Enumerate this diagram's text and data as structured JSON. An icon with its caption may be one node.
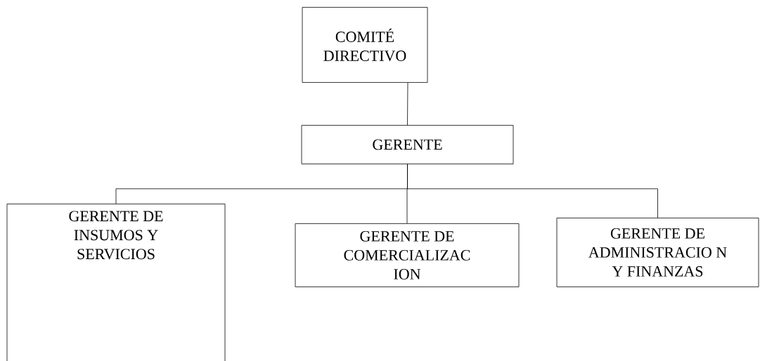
{
  "diagram": {
    "nodes": [
      {
        "text": [
          "COMITÉ DIRECTIVO"
        ]
      },
      {
        "text": [
          "GERENTE"
        ]
      },
      {
        "text": [
          "GERENTE DE INSUMOS Y SERVICIOS"
        ]
      },
      {
        "text": [
          "GERENTE DE COMERCIALIZAC ION"
        ]
      },
      {
        "text": [
          "GERENTE DE ADMINISTRACIO N Y FINANZAS"
        ]
      }
    ],
    "edges": [
      {
        "from": 0,
        "to": 1,
        "arrow": "none"
      },
      {
        "from": 1,
        "to": 2,
        "arrow": "none"
      },
      {
        "from": 1,
        "to": 3,
        "arrow": "none"
      },
      {
        "from": 1,
        "to": 4,
        "arrow": "none"
      }
    ]
  }
}
